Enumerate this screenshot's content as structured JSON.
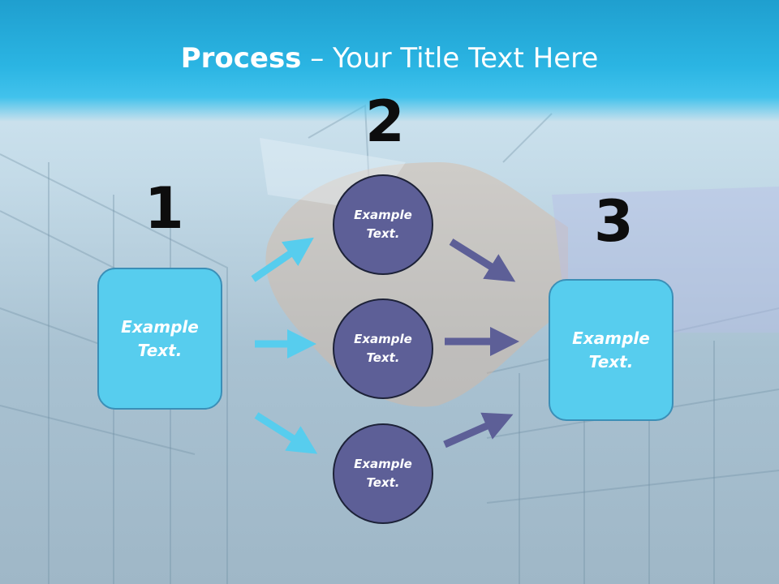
{
  "title": {
    "bold": "Process",
    "rest": " – Your Title Text Here"
  },
  "steps": [
    {
      "number": "1",
      "text": "Example\nText."
    },
    {
      "number": "2",
      "items": [
        "Example\nText.",
        "Example\nText.",
        "Example\nText."
      ]
    },
    {
      "number": "3",
      "text": "Example\nText."
    }
  ],
  "colors": {
    "box": "#57cdee",
    "circle": "#5d5f97",
    "arrow_light": "#57cdee",
    "arrow_dark": "#5d5f97",
    "title_bar": "#2bb5e3"
  }
}
